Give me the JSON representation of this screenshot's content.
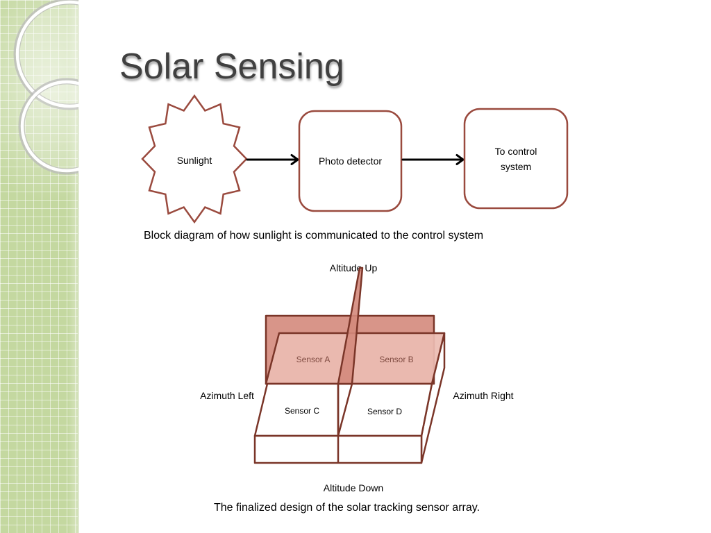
{
  "slide": {
    "title": "Solar Sensing"
  },
  "block_diagram": {
    "nodes": [
      {
        "label": "Sunlight"
      },
      {
        "label": "Photo detector"
      },
      {
        "label": "To control system"
      }
    ],
    "arrows": [
      {
        "from": 0,
        "to": 1
      },
      {
        "from": 1,
        "to": 2
      }
    ],
    "caption": "Block diagram of how sunlight is communicated to the control system"
  },
  "sensor_array": {
    "direction_labels": {
      "altitude_up": "Altitude Up",
      "altitude_down": "Altitude Down",
      "azimuth_left": "Azimuth Left",
      "azimuth_right": "Azimuth Right"
    },
    "sensors": [
      "Sensor A",
      "Sensor B",
      "Sensor C",
      "Sensor D"
    ],
    "caption": "The finalized design of the solar tracking sensor array."
  },
  "theme": {
    "title_color": "#404040",
    "outline_color": "#9a4a3e",
    "sensor_stroke": "#7a3528",
    "shade_dark": "#d48a7c",
    "shade_light": "#ebbcb2",
    "sidebar_green": "#c4d8a0",
    "top_sensor_label_color": "#7e4a40",
    "arrow_color": "#000000"
  }
}
